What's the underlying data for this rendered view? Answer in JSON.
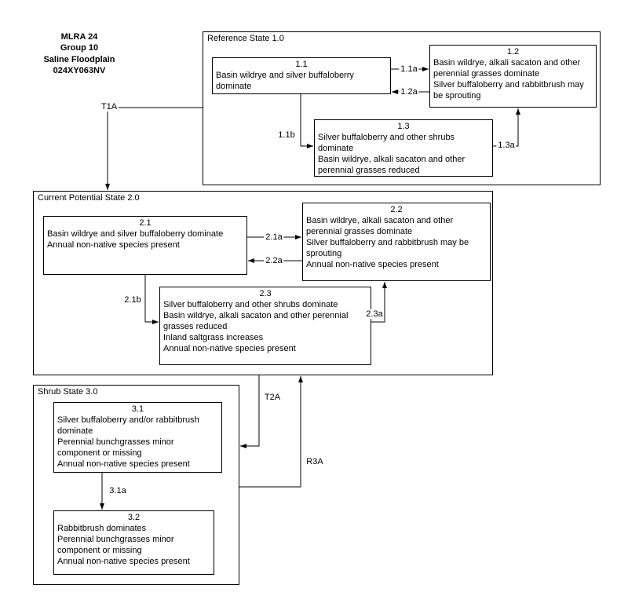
{
  "header": {
    "lines": [
      "MLRA 24",
      "Group 10",
      "Saline Floodplain",
      "024XY063NV"
    ]
  },
  "states": [
    {
      "title": "Reference State 1.0",
      "communities": [
        {
          "id": "1.1",
          "lines": [
            "Basin wildrye and silver buffaloberry dominate"
          ]
        },
        {
          "id": "1.2",
          "lines": [
            "Basin wildrye, alkali sacaton and other perennial grasses dominate",
            "Silver buffaloberry and rabbitbrush may be sprouting"
          ]
        },
        {
          "id": "1.3",
          "lines": [
            "Silver buffaloberry and other shrubs dominate",
            "Basin wildrye, alkali sacaton and other perennial grasses reduced"
          ]
        }
      ]
    },
    {
      "title": "Current Potential State 2.0",
      "communities": [
        {
          "id": "2.1",
          "lines": [
            "Basin wildrye and silver buffaloberry dominate",
            "Annual non-native species present"
          ]
        },
        {
          "id": "2.2",
          "lines": [
            "Basin wildrye, alkali sacaton and other perennial grasses dominate",
            "Silver buffaloberry and rabbitbrush may be sprouting",
            "Annual non-native species present"
          ]
        },
        {
          "id": "2.3",
          "lines": [
            "Silver buffaloberry and other shrubs dominate",
            "Basin wildrye, alkali sacaton and other perennial grasses reduced",
            "Inland saltgrass increases",
            "Annual non-native species present"
          ]
        }
      ]
    },
    {
      "title": "Shrub State 3.0",
      "communities": [
        {
          "id": "3.1",
          "lines": [
            "Silver buffaloberry and/or rabbitbrush dominate",
            "Perennial bunchgrasses minor component or missing",
            "Annual non-native species present"
          ]
        },
        {
          "id": "3.2",
          "lines": [
            "Rabbitbrush dominates",
            "Perennial bunchgrasses minor component or missing",
            "Annual non-native species present"
          ]
        }
      ]
    }
  ],
  "pathways": {
    "p11a": "1.1a",
    "p12a": "1.2a",
    "p11b": "1.1b",
    "p13a": "1.3a",
    "p21a": "2.1a",
    "p22a": "2.2a",
    "p21b": "2.1b",
    "p23a": "2.3a",
    "p31a": "3.1a"
  },
  "transitions": {
    "t1a": "T1A",
    "t2a": "T2A",
    "r3a": "R3A"
  }
}
